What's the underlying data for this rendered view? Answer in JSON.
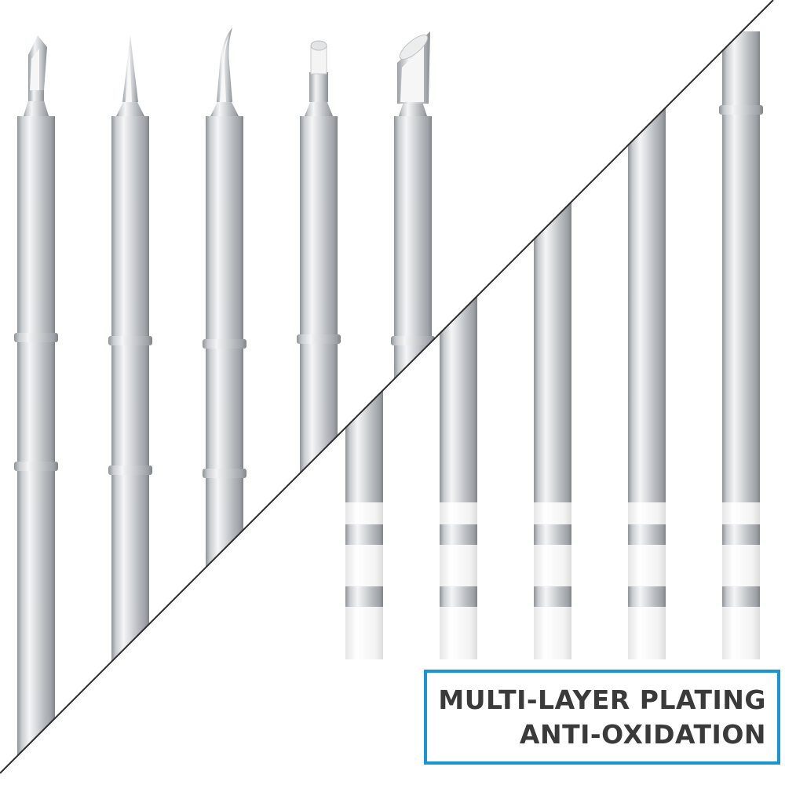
{
  "caption": {
    "line1": "MULTI-LAYER PLATING",
    "line2": "ANTI-OXIDATION"
  },
  "colors": {
    "background": "#ffffff",
    "divider": "#2b2b2b",
    "caption_border": "#1a95d4",
    "caption_text": "#3a3a3a",
    "metal_dark": "#8f9499",
    "metal_light": "#f4f5f6",
    "ceramic": "#ffffff"
  },
  "tips": [
    {
      "name": "knife-tip",
      "tip_shape": "knife"
    },
    {
      "name": "pointed-tip",
      "tip_shape": "conical"
    },
    {
      "name": "bent-tip",
      "tip_shape": "bent"
    },
    {
      "name": "chisel-tip",
      "tip_shape": "chisel"
    },
    {
      "name": "bevel-tip",
      "tip_shape": "bevel"
    }
  ]
}
